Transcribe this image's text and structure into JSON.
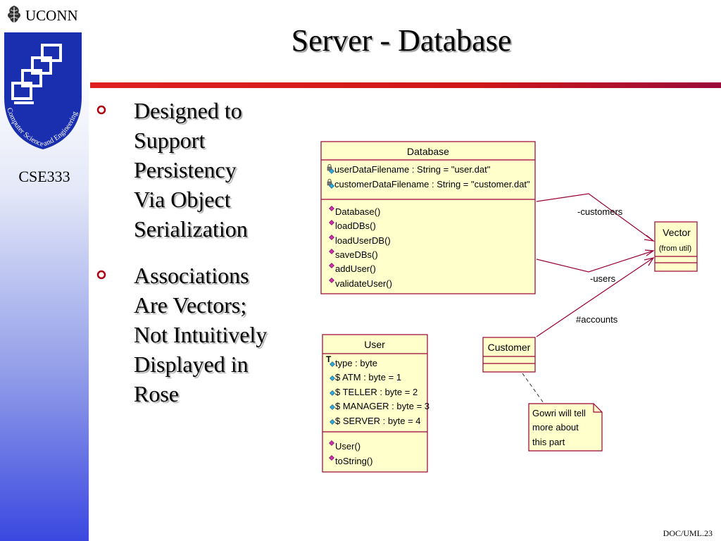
{
  "logo": {
    "org": "UCONN",
    "ring_text": "Computer Science and Engineering"
  },
  "course": "CSE333",
  "title": "Server - Database",
  "bullets": [
    {
      "lines": [
        "Designed to",
        "Support",
        "Persistency",
        "Via Object",
        "Serialization"
      ]
    },
    {
      "lines": [
        "Associations",
        "Are Vectors;",
        "Not Intuitively",
        "Displayed in",
        "Rose"
      ]
    }
  ],
  "footer": "DOC/UML.23",
  "diagram": {
    "classes": {
      "database": {
        "name": "Database",
        "attributes": [
          "userDataFilename : String = \"user.dat\"",
          "customerDataFilename : String = \"customer.dat\""
        ],
        "operations": [
          "Database()",
          "loadDBs()",
          "loadUserDB()",
          "saveDBs()",
          "addUser()",
          "validateUser()"
        ]
      },
      "vector": {
        "name": "Vector",
        "stereotype": "(from util)"
      },
      "user": {
        "name": "User",
        "attributes": [
          "type : byte",
          "$ ATM : byte = 1",
          "$ TELLER : byte = 2",
          "$ MANAGER : byte = 3",
          "$ SERVER : byte = 4"
        ],
        "operations": [
          "User()",
          "toString()"
        ]
      },
      "customer": {
        "name": "Customer"
      }
    },
    "associations": [
      {
        "label": "-customers",
        "from": "Database",
        "to": "Vector"
      },
      {
        "label": "-users",
        "from": "Database",
        "to": "Vector"
      },
      {
        "label": "#accounts",
        "from": "Customer",
        "to": "Vector"
      }
    ],
    "note": {
      "lines": [
        "Gowri will tell",
        "more about",
        "this part"
      ]
    }
  },
  "colors": {
    "class_fill": "#ffffcc",
    "class_border": "#990033",
    "association": "#990033",
    "rule": "#e02020",
    "sidebar_bottom": "#3a48e0",
    "logo_blue": "#1a2fb0"
  }
}
